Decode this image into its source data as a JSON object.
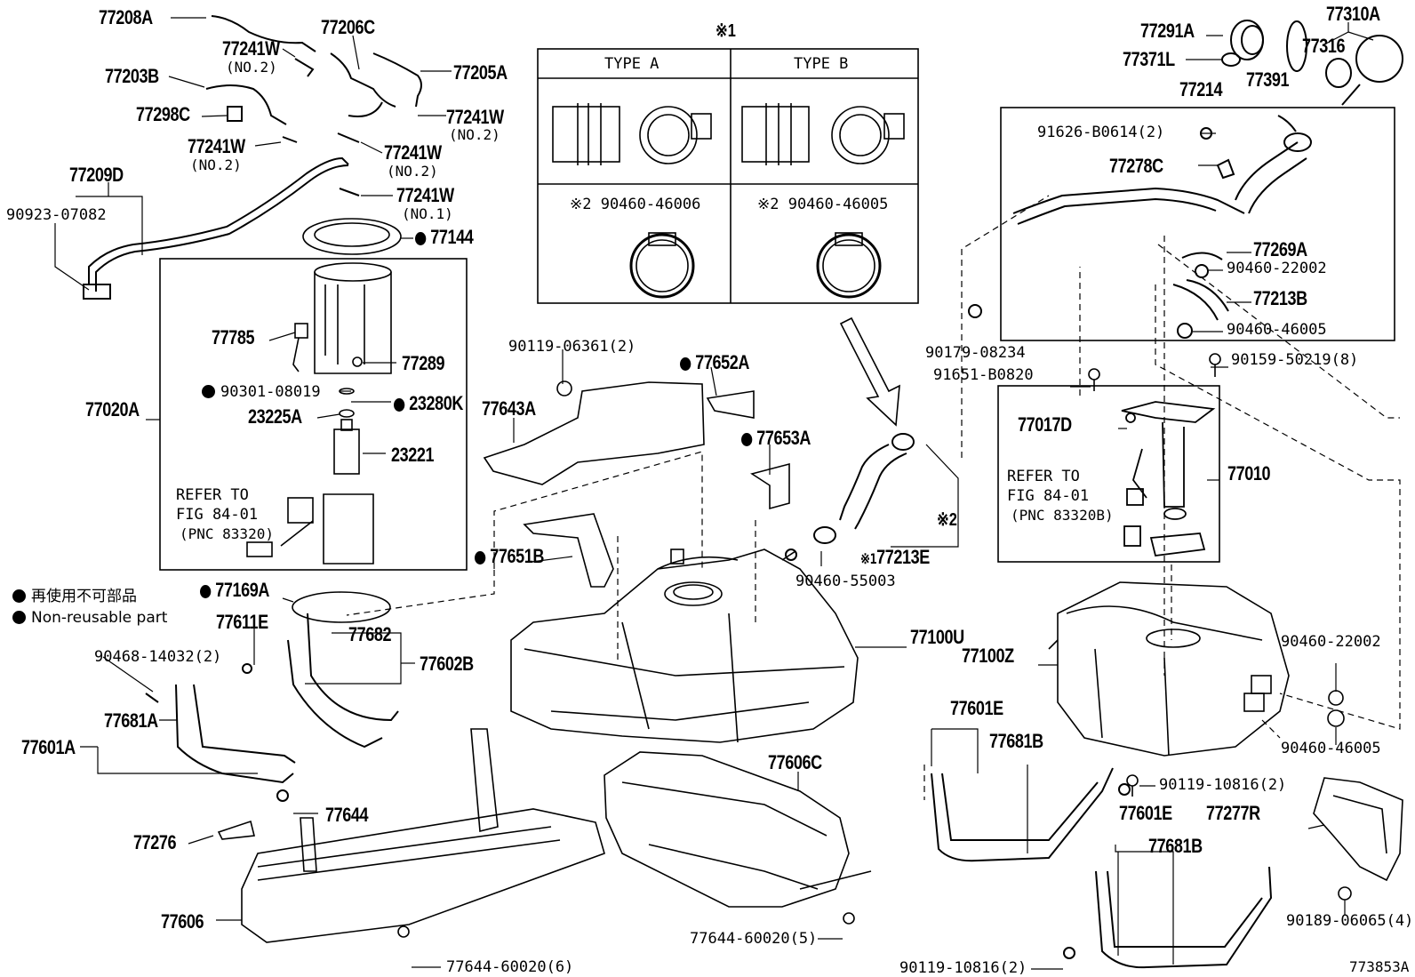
{
  "parts": {
    "p77208A": "77208A",
    "p77206C": "77206C",
    "p77241W_a": "77241W",
    "no2_a": "(NO.2)",
    "p77205A": "77205A",
    "p77203B": "77203B",
    "p77298C": "77298C",
    "p77241W_b": "77241W",
    "no2_b": "(NO.2)",
    "p77241W_c": "77241W",
    "no2_c": "(NO.2)",
    "p77241W_d": "77241W",
    "no2_d": "(NO.2)",
    "p77241W_e": "77241W",
    "no1_e": "(NO.1)",
    "p77209D": "77209D",
    "p90923": "90923-07082",
    "p77144": "77144",
    "p77785": "77785",
    "p77289": "77289",
    "p90301": "90301-08019",
    "p23280K": "23280K",
    "p23225A": "23225A",
    "p23221": "23221",
    "p77020A": "77020A",
    "refer1": "REFER TO",
    "fig1": "FIG 84-01",
    "pnc1": "(PNC 83320)",
    "p77169A": "77169A",
    "p90119_06361": "90119-06361(2)",
    "p77652A": "77652A",
    "p77643A": "77643A",
    "p77653A": "77653A",
    "p77651B": "77651B",
    "p90460_55003": "90460-55003",
    "p77213E": "77213E",
    "mark1_77213E": "※1",
    "mark2": "※2",
    "p77100U": "77100U",
    "p77611E": "77611E",
    "p90468": "90468-14032(2)",
    "p77682": "77682",
    "p77602B": "77602B",
    "p77681A": "77681A",
    "p77601A": "77601A",
    "p77644": "77644",
    "p77276": "77276",
    "p77606": "77606",
    "p77644_6": "77644-60020(6)",
    "p77606C": "77606C",
    "p77644_5": "77644-60020(5)",
    "p77291A": "77291A",
    "p77310A": "77310A",
    "p77371L": "77371L",
    "p77316": "77316",
    "p77391": "77391",
    "p77214": "77214",
    "p91626": "91626-B0614(2)",
    "p77278C": "77278C",
    "p77269A": "77269A",
    "p90460_22002_a": "90460-22002",
    "p77213B": "77213B",
    "p90460_46005_a": "90460-46005",
    "p90179": "90179-08234",
    "p91651": "91651-B0820",
    "p90159": "90159-50219(8)",
    "p77017D": "77017D",
    "p77010": "77010",
    "refer2": "REFER TO",
    "fig2": "FIG 84-01",
    "pnc2": "(PNC 83320B)",
    "p77100Z": "77100Z",
    "p90460_22002_b": "90460-22002",
    "p90460_46005_b": "90460-46005",
    "p77601E_a": "77601E",
    "p77681B_a": "77681B",
    "p90119_10816_a": "90119-10816(2)",
    "p77601E_b": "77601E",
    "p77681B_b": "77681B",
    "p77277R": "77277R",
    "p90189": "90189-06065(4)",
    "p90119_10816_b": "90119-10816(2)",
    "diagram_id": "773853A"
  },
  "inset": {
    "mark": "※1",
    "type_a": "TYPE  A",
    "type_b": "TYPE  B",
    "clamp_a": "※2 90460-46006",
    "clamp_b": "※2 90460-46005"
  },
  "legend": {
    "jp": "再使用不可部品",
    "en": "Non-reusable part"
  }
}
